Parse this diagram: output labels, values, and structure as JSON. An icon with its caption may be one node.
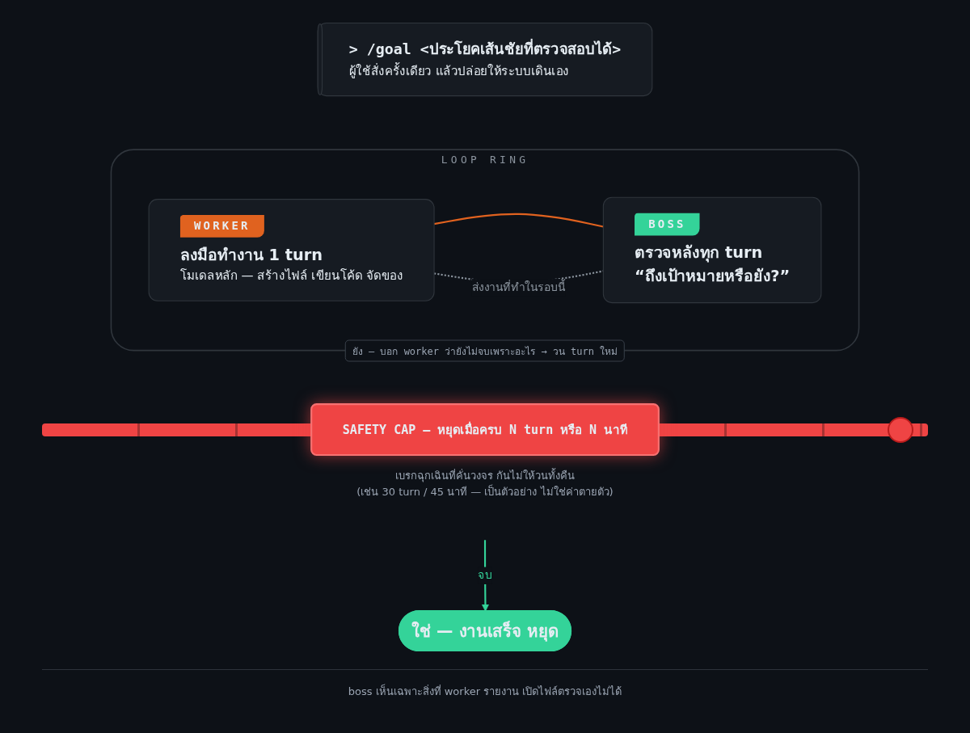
{
  "diagram": {
    "nodes": [
      {
        "text": [
          "> /goal <ประโยคเส้นชัยที่ตรวจสอบได้>",
          "ผู้ใช้สั่งครั้งเดียว แล้วปล่อยให้ระบบเดินเอง"
        ]
      },
      {
        "text": [
          "LOOP RING"
        ]
      },
      {
        "text": [
          "WORKER",
          "ลงมือทำงาน 1 turn",
          "โมเดลหลัก — สร้างไฟล์ เขียนโค้ด จัดของ"
        ],
        "in": 1
      },
      {
        "text": [
          "BOSS",
          "ตรวจหลังทุก turn",
          "“ถึงเป้าหมายหรือยัง?”"
        ],
        "in": 1
      },
      {
        "text": [
          "SAFETY CAP — หยุดเมื่อครบ N turn หรือ N นาที"
        ],
        "beside": [
          "เบรกฉุกเฉินที่คั่นวงจร กันไม่ให้วนทั้งคืน",
          "(เช่น 30 turn / 45 นาที — เป็นตัวอย่าง ไม่ใช่ค่าตายตัว)"
        ]
      },
      {
        "text": [
          "ใช่ — งานเสร็จ หยุด"
        ]
      }
    ],
    "edges": [
      {
        "from": 2,
        "to": 3,
        "arrow": "none",
        "color": "#e0621f"
      },
      {
        "from": 2,
        "to": 3,
        "arrow": "none",
        "style": "dashed",
        "label": "ส่งงานที่ทำในรอบนี้",
        "color": "#8b949e"
      },
      {
        "from": null,
        "to": 5,
        "arrow": "to",
        "label": "จบ",
        "color": "#34d399"
      }
    ],
    "labels": [
      "ยัง — บอก worker ว่ายังไม่จบเพราะอะไร → วน turn ใหม่",
      "boss เห็นเฉพาะสิ่งที่ worker รายงาน เปิดไฟล์ตรวจเองไม่ได้"
    ]
  }
}
